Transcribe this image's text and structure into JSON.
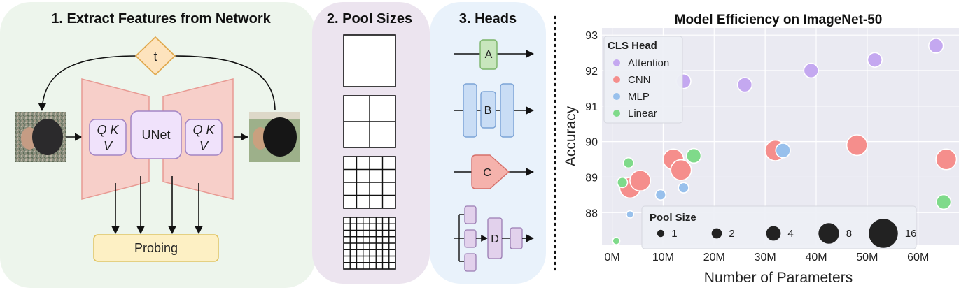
{
  "panel1": {
    "title": "1. Extract Features from Network",
    "timestep_label": "t",
    "qkv_left": [
      "Q K",
      "V"
    ],
    "unet_label": "UNet",
    "qkv_right": [
      "Q K",
      "V"
    ],
    "probing_label": "Probing"
  },
  "panel2": {
    "title": "2. Pool Sizes",
    "grids": [
      1,
      2,
      4,
      8
    ]
  },
  "panel3": {
    "title": "3. Heads",
    "heads": [
      "A",
      "B",
      "C",
      "D"
    ]
  },
  "chart_data": {
    "type": "scatter",
    "title": "Model Efficiency on ImageNet-50",
    "xlabel": "Number of Parameters",
    "ylabel": "Accuracy",
    "xlim": [
      -2,
      68
    ],
    "ylim": [
      87.1,
      93.2
    ],
    "x_ticks": [
      0,
      10,
      20,
      30,
      40,
      50,
      60
    ],
    "x_tick_labels": [
      "0M",
      "10M",
      "20M",
      "30M",
      "40M",
      "50M",
      "60M"
    ],
    "y_ticks": [
      88,
      89,
      90,
      91,
      92,
      93
    ],
    "y_tick_labels": [
      "88",
      "89",
      "90",
      "91",
      "92",
      "93"
    ],
    "grid": true,
    "legend_heads": {
      "title": "CLS Head",
      "placement": "top-left",
      "entries": [
        {
          "name": "Attention",
          "color": "#c4a8f0"
        },
        {
          "name": "CNN",
          "color": "#f58e8c"
        },
        {
          "name": "MLP",
          "color": "#98c0ec"
        },
        {
          "name": "Linear",
          "color": "#7fda8a"
        }
      ]
    },
    "legend_sizes": {
      "title": "Pool Size",
      "placement": "bottom-center",
      "entries": [
        "1",
        "2",
        "4",
        "8",
        "16"
      ],
      "values": [
        1,
        2,
        4,
        8,
        16
      ]
    },
    "series": [
      {
        "name": "Attention",
        "color": "#c4a8f0",
        "points": [
          {
            "x": 14,
            "y": 91.7,
            "pool": 4
          },
          {
            "x": 26,
            "y": 91.6,
            "pool": 4
          },
          {
            "x": 39,
            "y": 92.0,
            "pool": 4
          },
          {
            "x": 51.5,
            "y": 92.3,
            "pool": 4
          },
          {
            "x": 63.5,
            "y": 92.7,
            "pool": 4
          }
        ]
      },
      {
        "name": "CNN",
        "color": "#f58e8c",
        "points": [
          {
            "x": 3.5,
            "y": 88.7,
            "pool": 8
          },
          {
            "x": 5.5,
            "y": 88.9,
            "pool": 8
          },
          {
            "x": 12,
            "y": 89.5,
            "pool": 8
          },
          {
            "x": 13.5,
            "y": 89.2,
            "pool": 8
          },
          {
            "x": 32,
            "y": 89.75,
            "pool": 8
          },
          {
            "x": 48,
            "y": 89.9,
            "pool": 8
          },
          {
            "x": 65.5,
            "y": 89.5,
            "pool": 8
          }
        ]
      },
      {
        "name": "MLP",
        "color": "#98c0ec",
        "points": [
          {
            "x": 3.5,
            "y": 87.95,
            "pool": 1
          },
          {
            "x": 9.5,
            "y": 88.5,
            "pool": 2
          },
          {
            "x": 14,
            "y": 88.7,
            "pool": 2
          },
          {
            "x": 33.5,
            "y": 89.75,
            "pool": 4
          }
        ]
      },
      {
        "name": "Linear",
        "color": "#7fda8a",
        "points": [
          {
            "x": 0.8,
            "y": 87.2,
            "pool": 1
          },
          {
            "x": 2,
            "y": 88.85,
            "pool": 2
          },
          {
            "x": 3.2,
            "y": 89.4,
            "pool": 2
          },
          {
            "x": 16,
            "y": 89.6,
            "pool": 4
          },
          {
            "x": 65,
            "y": 88.3,
            "pool": 4
          }
        ]
      }
    ]
  }
}
